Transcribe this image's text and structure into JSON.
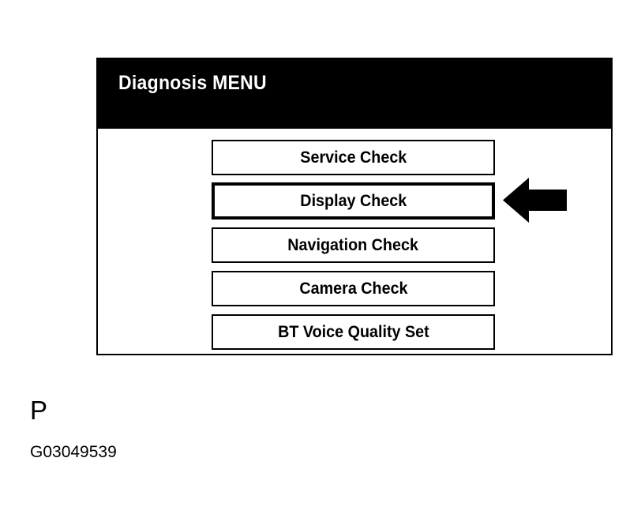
{
  "screen": {
    "title": "Diagnosis MENU",
    "title_color": "#ffffff",
    "titlebar_color": "#000000",
    "body_color": "#ffffff",
    "border_color": "#000000",
    "menu_items": [
      {
        "label": "Service Check",
        "selected": false
      },
      {
        "label": "Display Check",
        "selected": true
      },
      {
        "label": "Navigation Check",
        "selected": false
      },
      {
        "label": "Camera Check",
        "selected": false
      },
      {
        "label": "BT Voice Quality Set",
        "selected": false
      }
    ]
  },
  "annotation": {
    "arrow_icon": "arrow-left-icon",
    "arrow_color": "#000000",
    "arrow_points_to": "Display Check"
  },
  "caption": {
    "letter": "P",
    "figure_id": "G03049539"
  }
}
